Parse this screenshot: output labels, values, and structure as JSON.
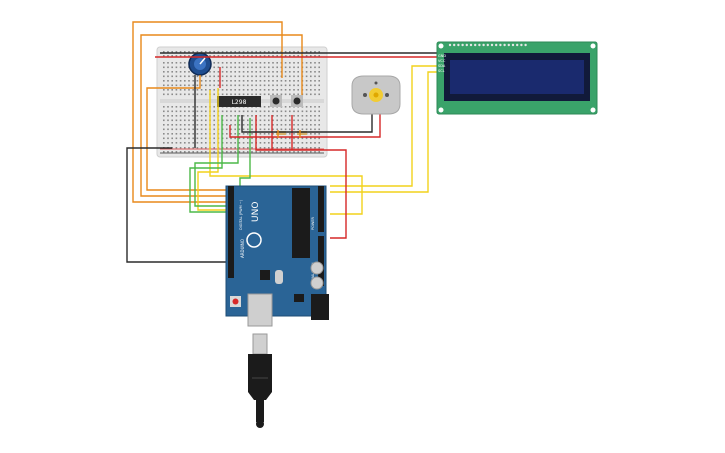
{
  "breadboard": {
    "chip_label": "L298",
    "color_body": "#e8e8e8"
  },
  "arduino": {
    "board_name": "UNO",
    "brand": "ARDUINO",
    "digital_label": "DIGITAL (PWM ~)",
    "power_label": "POWER",
    "analog_label": "ANALOG IN",
    "color_board": "#2a6496"
  },
  "lcd": {
    "pin_labels": [
      "GND",
      "VCC",
      "SDA",
      "SCL"
    ],
    "color_pcb": "#3aa36a",
    "color_screen": "#1a2a6e"
  },
  "motor": {
    "color_body": "#c8c8c8",
    "color_hub": "#f2cc33"
  },
  "potentiometer": {
    "color_knob": "#1f4d8f"
  },
  "wires": {
    "orange": "#e8891a",
    "yellow": "#f2d21c",
    "green": "#4cb848",
    "red": "#d62828",
    "black": "#2b2b2b"
  }
}
